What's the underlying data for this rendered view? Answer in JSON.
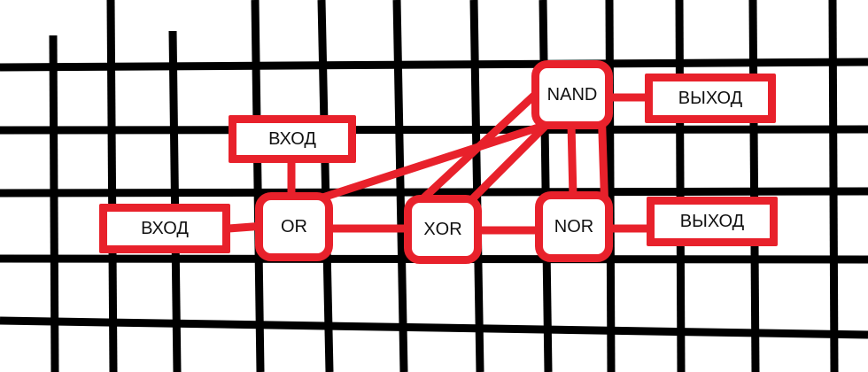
{
  "diagram": {
    "inputs": [
      {
        "id": "in-top",
        "label": "ВХОД"
      },
      {
        "id": "in-left",
        "label": "ВХОД"
      }
    ],
    "gates": [
      {
        "id": "or",
        "label": "OR"
      },
      {
        "id": "xor",
        "label": "XOR"
      },
      {
        "id": "nand",
        "label": "NAND"
      },
      {
        "id": "nor",
        "label": "NOR"
      }
    ],
    "outputs": [
      {
        "id": "out-top",
        "label": "ВЫХОД"
      },
      {
        "id": "out-bottom",
        "label": "ВЫХОД"
      }
    ],
    "connections": [
      [
        "in-top",
        "or"
      ],
      [
        "in-left",
        "or"
      ],
      [
        "or",
        "xor"
      ],
      [
        "or",
        "nand"
      ],
      [
        "xor",
        "nand"
      ],
      [
        "xor",
        "nand"
      ],
      [
        "xor",
        "nor"
      ],
      [
        "nand",
        "nor"
      ],
      [
        "nand",
        "nor"
      ],
      [
        "nand",
        "out-top"
      ],
      [
        "nor",
        "out-bottom"
      ]
    ]
  },
  "colors": {
    "accent": "#e8212b",
    "grid": "#000000",
    "background": "#ffffff"
  }
}
